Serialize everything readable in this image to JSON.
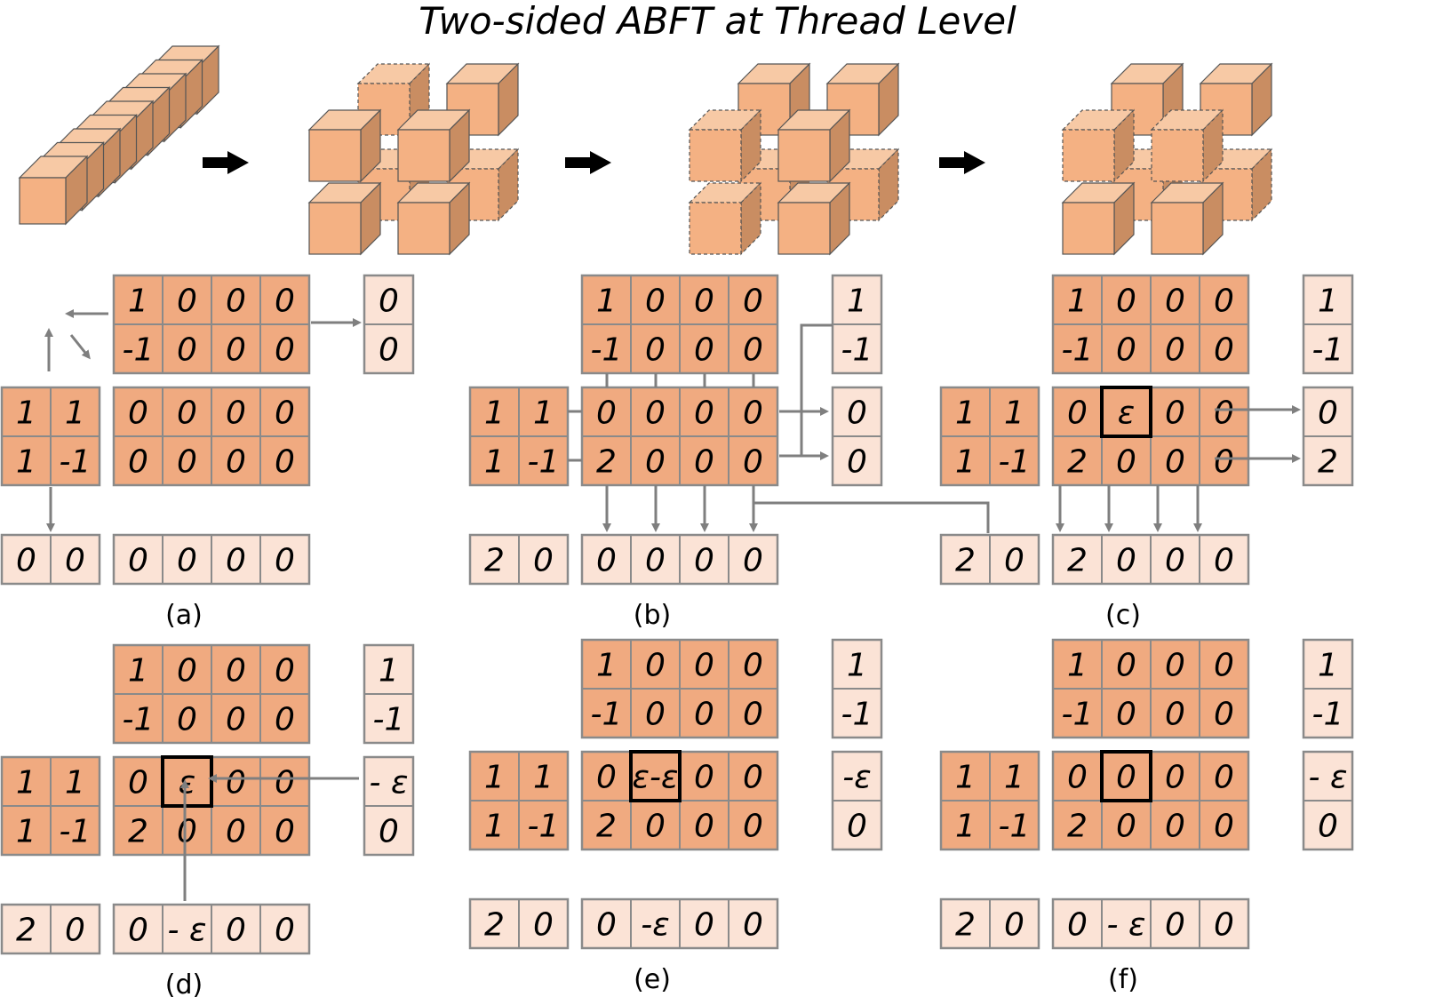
{
  "title": "Two-sided ABFT at Thread Level",
  "colors": {
    "matrix_fill": "#f0aa80",
    "checksum_fill": "#fbe3d6",
    "cell_border": "#8a8a8a",
    "arrow": "#7f7f7f",
    "cube_front": "#f4b183",
    "cube_top": "#f7c9a5",
    "cube_side": "#c98d62",
    "highlight_border": "#000000"
  },
  "icons": [
    "right-arrow-icon",
    "cube-icon"
  ],
  "panels": [
    {
      "id": "a",
      "caption": "(a)",
      "b_matrix": [
        [
          "1",
          "0",
          "0",
          "0"
        ],
        [
          "-1",
          "0",
          "0",
          "0"
        ]
      ],
      "right_checksum_top": [
        "0",
        "0"
      ],
      "a_matrix": [
        [
          "1",
          "1"
        ],
        [
          "1",
          "-1"
        ]
      ],
      "c_matrix": [
        [
          "0",
          "0",
          "0",
          "0"
        ],
        [
          "0",
          "0",
          "0",
          "0"
        ]
      ],
      "right_checksum_c": [],
      "bottom_left": [
        "0",
        "0"
      ],
      "bottom_checksum": [
        "0",
        "0",
        "0",
        "0"
      ]
    },
    {
      "id": "b",
      "caption": "(b)",
      "b_matrix": [
        [
          "1",
          "0",
          "0",
          "0"
        ],
        [
          "-1",
          "0",
          "0",
          "0"
        ]
      ],
      "right_checksum_top": [
        "1",
        "-1"
      ],
      "a_matrix": [
        [
          "1",
          "1"
        ],
        [
          "1",
          "-1"
        ]
      ],
      "c_matrix": [
        [
          "0",
          "0",
          "0",
          "0"
        ],
        [
          "2",
          "0",
          "0",
          "0"
        ]
      ],
      "right_checksum_c": [
        "0",
        "0"
      ],
      "bottom_left": [
        "2",
        "0"
      ],
      "bottom_checksum": [
        "0",
        "0",
        "0",
        "0"
      ]
    },
    {
      "id": "c",
      "caption": "(c)",
      "b_matrix": [
        [
          "1",
          "0",
          "0",
          "0"
        ],
        [
          "-1",
          "0",
          "0",
          "0"
        ]
      ],
      "right_checksum_top": [
        "1",
        "-1"
      ],
      "a_matrix": [
        [
          "1",
          "1"
        ],
        [
          "1",
          "-1"
        ]
      ],
      "c_matrix": [
        [
          "0",
          "ε",
          "0",
          "0"
        ],
        [
          "2",
          "0",
          "0",
          "0"
        ]
      ],
      "right_checksum_c": [
        "0",
        "2"
      ],
      "bottom_left": [
        "2",
        "0"
      ],
      "bottom_checksum": [
        "2",
        "0",
        "0",
        "0"
      ]
    },
    {
      "id": "d",
      "caption": "(d)",
      "b_matrix": [
        [
          "1",
          "0",
          "0",
          "0"
        ],
        [
          "-1",
          "0",
          "0",
          "0"
        ]
      ],
      "right_checksum_top": [
        "1",
        "-1"
      ],
      "a_matrix": [
        [
          "1",
          "1"
        ],
        [
          "1",
          "-1"
        ]
      ],
      "c_matrix": [
        [
          "0",
          "ε",
          "0",
          "0"
        ],
        [
          "2",
          "0",
          "0",
          "0"
        ]
      ],
      "right_checksum_c": [
        "- ε",
        "0"
      ],
      "bottom_left": [
        "2",
        "0"
      ],
      "bottom_checksum": [
        "0",
        "- ε",
        "0",
        "0"
      ]
    },
    {
      "id": "e",
      "caption": "(e)",
      "b_matrix": [
        [
          "1",
          "0",
          "0",
          "0"
        ],
        [
          "-1",
          "0",
          "0",
          "0"
        ]
      ],
      "right_checksum_top": [
        "1",
        "-1"
      ],
      "a_matrix": [
        [
          "1",
          "1"
        ],
        [
          "1",
          "-1"
        ]
      ],
      "c_matrix": [
        [
          "0",
          "ε-ε",
          "0",
          "0"
        ],
        [
          "2",
          "0",
          "0",
          "0"
        ]
      ],
      "right_checksum_c": [
        "-ε",
        "0"
      ],
      "bottom_left": [
        "2",
        "0"
      ],
      "bottom_checksum": [
        "0",
        "-ε",
        "0",
        "0"
      ]
    },
    {
      "id": "f",
      "caption": "(f)",
      "b_matrix": [
        [
          "1",
          "0",
          "0",
          "0"
        ],
        [
          "-1",
          "0",
          "0",
          "0"
        ]
      ],
      "right_checksum_top": [
        "1",
        "-1"
      ],
      "a_matrix": [
        [
          "1",
          "1"
        ],
        [
          "1",
          "-1"
        ]
      ],
      "c_matrix": [
        [
          "0",
          "0",
          "0",
          "0"
        ],
        [
          "2",
          "0",
          "0",
          "0"
        ]
      ],
      "right_checksum_c": [
        "- ε",
        "0"
      ],
      "bottom_left": [
        "2",
        "0"
      ],
      "bottom_checksum": [
        "0",
        "- ε",
        "0",
        "0"
      ]
    }
  ]
}
